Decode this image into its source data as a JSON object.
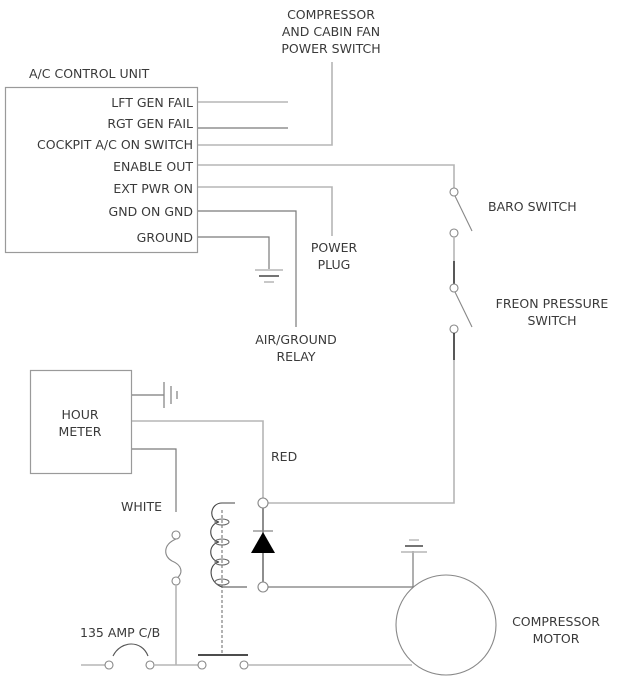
{
  "diagram": {
    "control_unit": {
      "title": "A/C CONTROL UNIT",
      "pins": [
        "LFT GEN FAIL",
        "RGT GEN FAIL",
        "COCKPIT A/C ON SWITCH",
        "ENABLE OUT",
        "EXT PWR ON",
        "GND ON GND",
        "GROUND"
      ]
    },
    "power_switch": {
      "lines": [
        "COMPRESSOR",
        "AND CABIN FAN",
        "POWER SWITCH"
      ]
    },
    "power_plug": {
      "lines": [
        "POWER",
        "PLUG"
      ]
    },
    "air_ground_relay": {
      "lines": [
        "AIR/GROUND",
        "RELAY"
      ]
    },
    "baro_switch": {
      "label": "BARO SWITCH"
    },
    "freon_switch": {
      "lines": [
        "FREON PRESSURE",
        "SWITCH"
      ]
    },
    "hour_meter": {
      "lines": [
        "HOUR",
        "METER"
      ]
    },
    "wire_red": {
      "label": "RED"
    },
    "wire_white": {
      "label": "WHITE"
    },
    "circuit_breaker": {
      "label": "135 AMP C/B"
    },
    "compressor_motor": {
      "lines": [
        "COMPRESSOR",
        "MOTOR"
      ]
    }
  }
}
